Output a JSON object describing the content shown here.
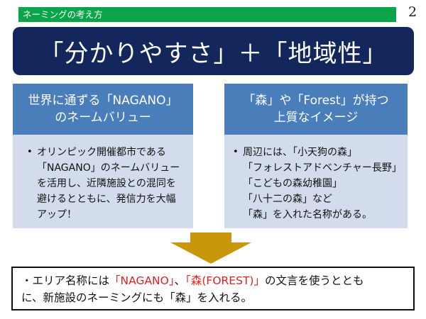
{
  "header": {
    "title": "ネーミングの考え方",
    "page_number": "2"
  },
  "banner": {
    "text": "「分かりやすさ」＋「地域性」"
  },
  "left_box": {
    "header_lines": [
      "世界に通ずる「NAGANO」",
      "のネームバリュー"
    ],
    "bullet_marker": "•",
    "body_lines": [
      "オリンピック開催都市である",
      "「NAGANO」のネームバリュー",
      "を活用し、近隣施設との混同を",
      "避けるとともに、発信力を大幅",
      "アップ！"
    ]
  },
  "right_box": {
    "header_lines": [
      "「森」や「Forest」が持つ",
      "上質なイメージ"
    ],
    "bullet_marker": "•",
    "body_lines": [
      "周辺には、「小天狗の森」",
      "「フォレストアドベンチャー長野」",
      "「こどもの森幼稚園」",
      "「八十二の森」など",
      "「森」を入れた名称がある。"
    ]
  },
  "conclusion": {
    "prefix": "・エリア名称には",
    "highlight1": "「NAGANO」",
    "sep": "、",
    "highlight2": "「森(FOREST)」",
    "suffix": "の文言を使うととも",
    "line2": "に、新施設のネーミングにも「森」を入れる。"
  },
  "colors": {
    "header_green": "#0aa54a",
    "banner_navy": "#13275c",
    "box_header_blue": "#4a7ebb",
    "box_body_light": "#d3dcec",
    "arrow_gold": "#c9960c",
    "highlight_red": "#e02020"
  }
}
